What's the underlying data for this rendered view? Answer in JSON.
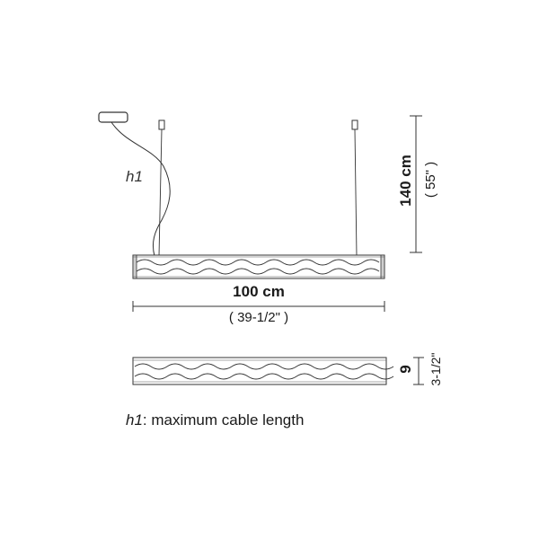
{
  "diagram": {
    "h1_label": "h1",
    "width_metric": "100 cm",
    "width_imperial": "( 39-1/2\" )",
    "height_metric": "140 cm",
    "height_imperial": "( 55\" )",
    "depth_metric": "9",
    "depth_imperial": "3-1/2\"",
    "legend_key": "h1",
    "legend_text": ": maximum cable length"
  },
  "colors": {
    "line": "#3a3a3a",
    "text": "#1a1a1a",
    "background": "#ffffff"
  }
}
